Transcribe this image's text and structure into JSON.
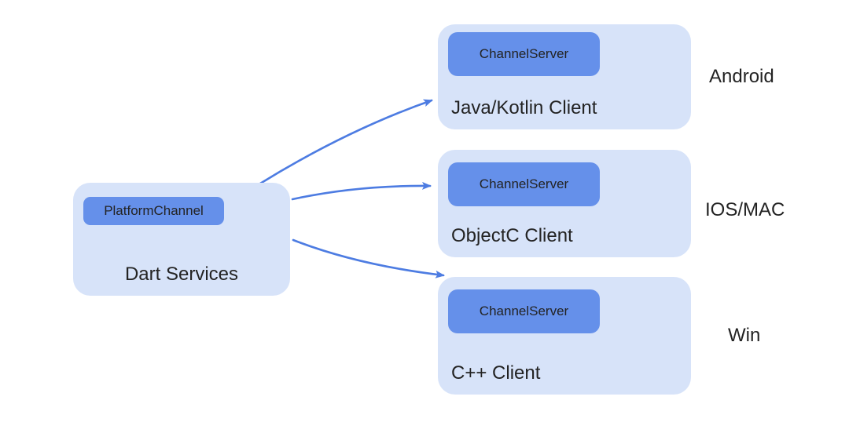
{
  "colors": {
    "background": "#ffffff",
    "node_bg": "#d7e3f9",
    "badge_bg": "#6590ea",
    "arrow": "#4d7ce2",
    "text": "#232323"
  },
  "nodes": {
    "source": {
      "badge": "PlatformChannel",
      "title": "Dart Services"
    },
    "targets": [
      {
        "badge": "ChannelServer",
        "title": "Java/Kotlin Client",
        "platform": "Android"
      },
      {
        "badge": "ChannelServer",
        "title": "ObjectC Client",
        "platform": "IOS/MAC"
      },
      {
        "badge": "ChannelServer",
        "title": "C++ Client",
        "platform": "Win"
      }
    ]
  },
  "arrows": [
    {
      "from": "Dart Services",
      "to": "Java/Kotlin Client"
    },
    {
      "from": "Dart Services",
      "to": "ObjectC Client"
    },
    {
      "from": "Dart Services",
      "to": "C++ Client"
    }
  ]
}
